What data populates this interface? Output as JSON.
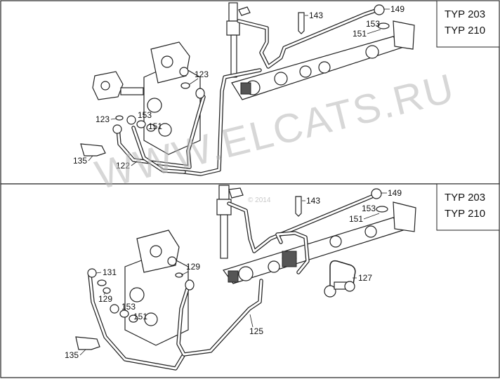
{
  "watermark": "WWW.ELCATS.RU",
  "copyright": "© 2014",
  "panels": [
    {
      "typ_lines": [
        "TYP 203",
        "TYP 210"
      ],
      "callouts": [
        "143",
        "149",
        "153",
        "151",
        "123",
        "123",
        "153",
        "151",
        "135",
        "122"
      ]
    },
    {
      "typ_lines": [
        "TYP 203",
        "TYP 210"
      ],
      "callouts": [
        "143",
        "149",
        "153",
        "151",
        "131",
        "129",
        "129",
        "153",
        "151",
        "135",
        "127",
        "125"
      ]
    }
  ]
}
